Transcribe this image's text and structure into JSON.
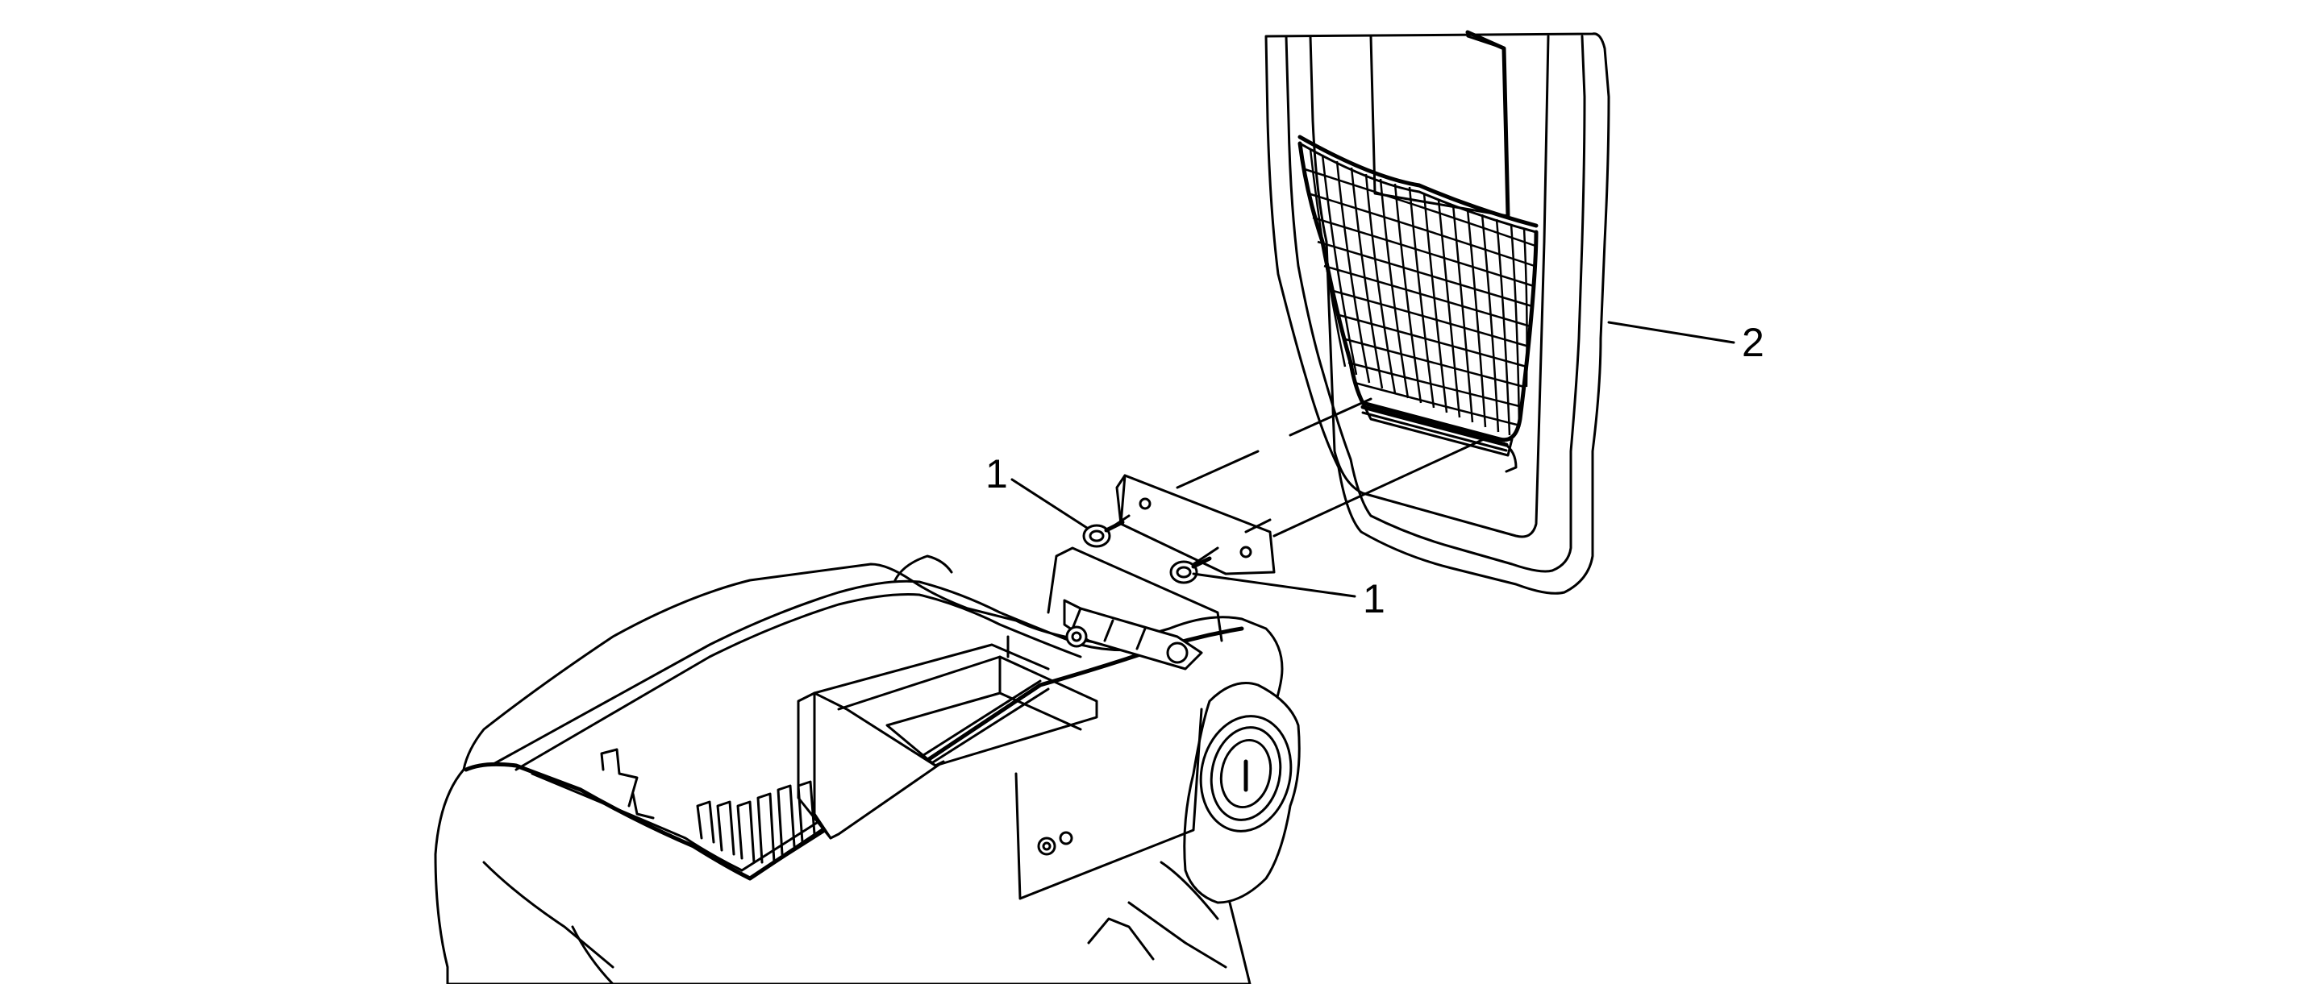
{
  "callouts": [
    {
      "id": "fastener-upper",
      "label": "1"
    },
    {
      "id": "fastener-lower",
      "label": "1"
    },
    {
      "id": "armrest-lid",
      "label": "2"
    }
  ]
}
